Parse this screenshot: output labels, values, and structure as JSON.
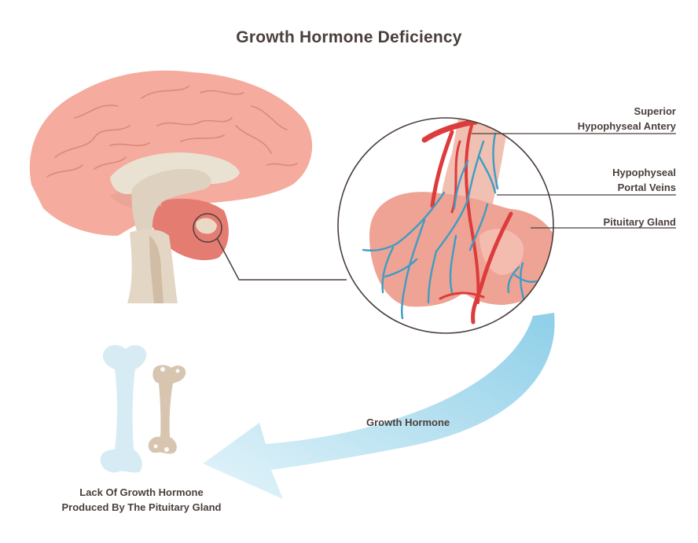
{
  "title": "Growth Hormone Deficiency",
  "labels": {
    "superior_artery": [
      "Superior",
      "Hypophyseal Antery"
    ],
    "portal_veins": [
      "Hypophyseal",
      "Portal Veins"
    ],
    "pituitary_gland": "Pituitary Gland",
    "growth_hormone": "Growth Hormone",
    "lack_of_hormone": [
      "Lack Of Growth Hormone",
      "Produced By The Pituitary Gland"
    ]
  },
  "colors": {
    "text": "#4a3f3c",
    "brain": "#f5ab9d",
    "gland": "#eea394",
    "artery": "#dd3b3c",
    "vein": "#3d9dc4",
    "arrow": "#9fd4ea",
    "healthy_bone": "#d7ebf4",
    "short_bone": "#d8c5b0"
  },
  "icons": [
    "brain-icon",
    "pituitary-gland-icon",
    "long-bone-icon",
    "short-bone-icon",
    "arrow-icon"
  ]
}
